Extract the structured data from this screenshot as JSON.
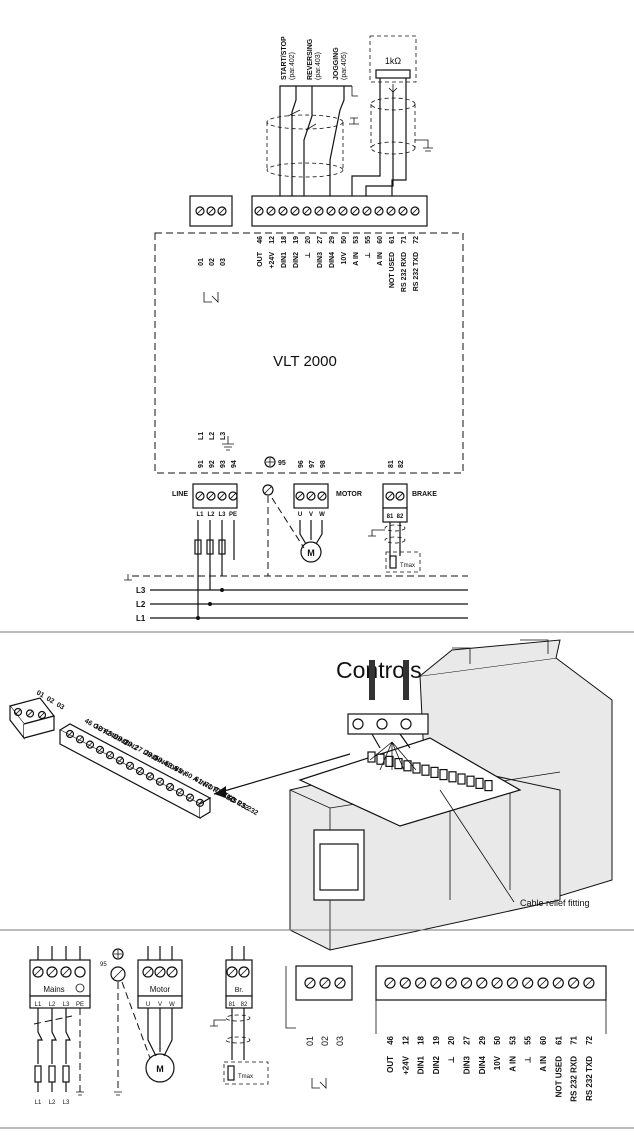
{
  "top": {
    "title": "VLT 2000",
    "switches": [
      {
        "name": "START/STOP",
        "param": "(par.402)"
      },
      {
        "name": "REVERSING",
        "param": "(par.403)"
      },
      {
        "name": "JOGGING",
        "param": "(par.405)"
      }
    ],
    "resistor": "1kΩ",
    "relay_terminals": [
      "01",
      "02",
      "03"
    ],
    "control_terminals": [
      {
        "label": "OUT",
        "num": "46"
      },
      {
        "label": "+24V",
        "num": "12"
      },
      {
        "label": "DIN1",
        "num": "18"
      },
      {
        "label": "DIN2",
        "num": "19"
      },
      {
        "label": "⊥",
        "num": "20"
      },
      {
        "label": "DIN3",
        "num": "27"
      },
      {
        "label": "DIN4",
        "num": "29"
      },
      {
        "label": "10V",
        "num": "50"
      },
      {
        "label": "A IN",
        "num": "53"
      },
      {
        "label": "⊥",
        "num": "55"
      },
      {
        "label": "A IN",
        "num": "60"
      },
      {
        "label": "NOT USED",
        "num": "61"
      },
      {
        "label": "RS 232 RXD",
        "num": "71"
      },
      {
        "label": "RS 232 TXD",
        "num": "72"
      }
    ],
    "line": {
      "label": "LINE",
      "nums": [
        "91",
        "92",
        "93",
        "94"
      ],
      "names": [
        "L1",
        "L2",
        "L3"
      ],
      "pins": [
        "L1",
        "L2",
        "L3",
        "PE"
      ]
    },
    "ground_num": "95",
    "motor": {
      "label": "MOTOR",
      "nums": [
        "96",
        "97",
        "98"
      ],
      "pins": [
        "U",
        "V",
        "W"
      ],
      "symbol": "M"
    },
    "brake": {
      "label": "BRAKE",
      "nums": [
        "81",
        "82"
      ],
      "pins": [
        "81",
        "82"
      ],
      "tmax": "Tmax"
    },
    "bus": [
      "L3",
      "L2",
      "L1"
    ]
  },
  "middle": {
    "title": "Controls",
    "relay_labels": [
      "01",
      "02",
      "03"
    ],
    "control_labels": [
      "46 OUT",
      "12 +24V",
      "18 DIN1",
      "19 DIN2",
      "20",
      "27 DIN3",
      "29 DIN4",
      "50 +10V",
      "53 A IN",
      "55",
      "60 A IN",
      "61 NOT USED",
      "71 RXD RS 232",
      "72 TXD RS 232"
    ],
    "cable_note": "Cable relief fitting"
  },
  "bottom": {
    "mains": {
      "label": "Mains",
      "pins": [
        "L1",
        "L2",
        "L3",
        "PE"
      ],
      "bottom": [
        "L1",
        "L2",
        "L3"
      ]
    },
    "ground_num": "95",
    "motor": {
      "label": "Motor",
      "pins": [
        "U",
        "V",
        "W"
      ],
      "symbol": "M"
    },
    "brake": {
      "label": "Br.",
      "pins": [
        "81",
        "82"
      ],
      "tmax": "Tmax"
    },
    "relay_terminals": [
      "01",
      "02",
      "03"
    ],
    "control_terminals": [
      {
        "label": "OUT",
        "num": "46"
      },
      {
        "label": "+24V",
        "num": "12"
      },
      {
        "label": "DIN1",
        "num": "18"
      },
      {
        "label": "DIN2",
        "num": "19"
      },
      {
        "label": "⊥",
        "num": "20"
      },
      {
        "label": "DIN3",
        "num": "27"
      },
      {
        "label": "DIN4",
        "num": "29"
      },
      {
        "label": "10V",
        "num": "50"
      },
      {
        "label": "A IN",
        "num": "53"
      },
      {
        "label": "⊥",
        "num": "55"
      },
      {
        "label": "A IN",
        "num": "60"
      },
      {
        "label": "NOT USED",
        "num": "61"
      },
      {
        "label": "RS 232 RXD",
        "num": "71"
      },
      {
        "label": "RS 232 TXD",
        "num": "72"
      }
    ]
  }
}
